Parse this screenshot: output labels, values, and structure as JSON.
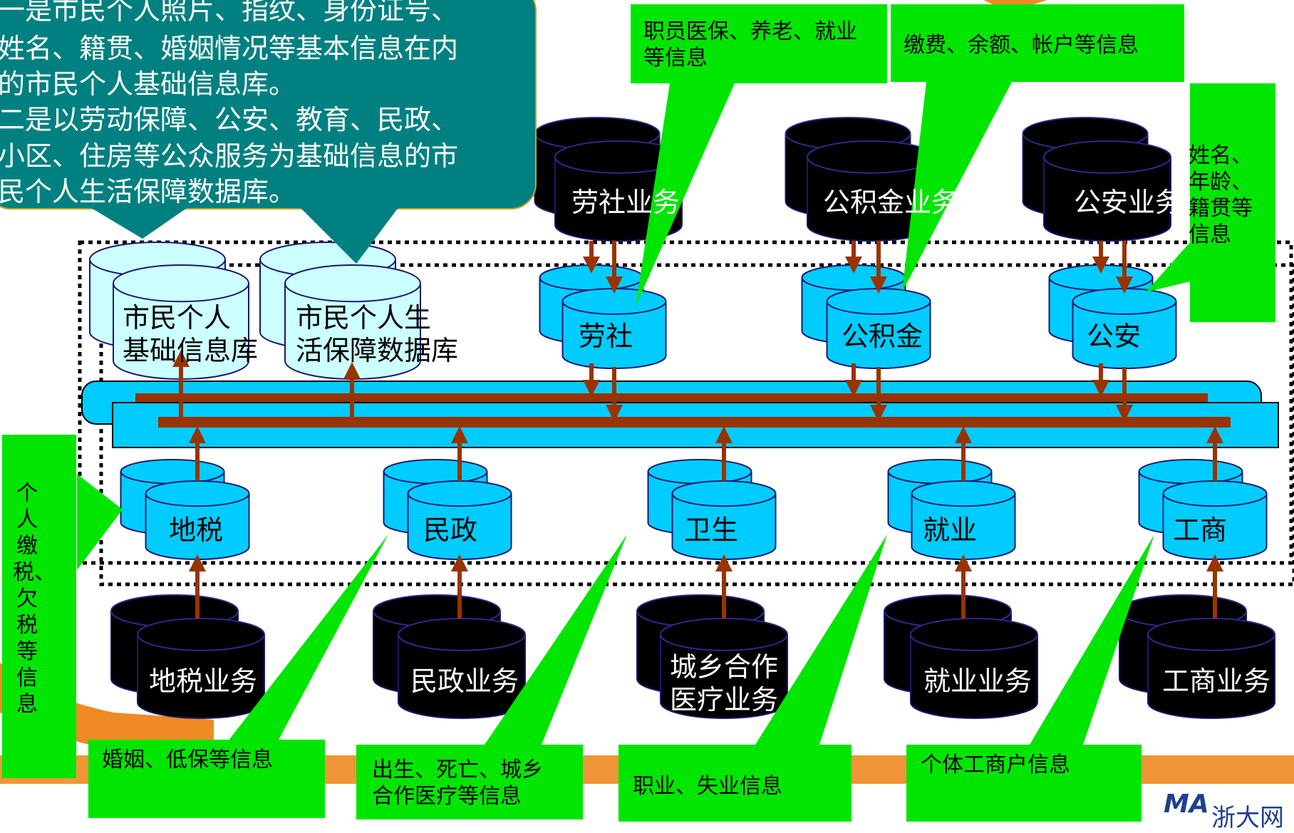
{
  "callout": {
    "line1": "一是市民个人照片、指纹、身份证号、",
    "line2": "姓名、籍贯、婚姻情况等基本信息在内",
    "line3": "的市民个人基础信息库。",
    "line4": "二是以劳动保障、公安、教育、民政、",
    "line5": "小区、住房等公众服务为基础信息的市",
    "line6": "民个人生活保障数据库。"
  },
  "core_dbs": {
    "basic": {
      "line1": "市民个人",
      "line2": "基础信息库"
    },
    "life": {
      "line1": "市民个人生",
      "line2": "活保障数据库"
    }
  },
  "top_business": [
    "劳社业务",
    "公积金业务",
    "公安业务"
  ],
  "top_front": [
    "劳社",
    "公积金",
    "公安"
  ],
  "bottom_front": [
    "地税",
    "民政",
    "卫生",
    "就业",
    "工商"
  ],
  "bottom_business": {
    "dishui": "地税业务",
    "minzheng": "民政业务",
    "weisheng": {
      "line1": "城乡合作",
      "line2": "医疗业务"
    },
    "jiuye": "就业业务",
    "gongshang": "工商业务"
  },
  "info_labels": {
    "laoshe": {
      "line1": "职员医保、养老、就业",
      "line2": "等信息"
    },
    "gongjijin": "缴费、余额、帐户等信息",
    "gongan": [
      "姓名、",
      "年龄、",
      "籍贯等",
      "信息"
    ],
    "dishui": "个人缴税、欠税等信息",
    "minzheng": "婚姻、低保等信息",
    "weisheng": {
      "line1": "出生、死亡、城乡",
      "line2": "合作医疗等信息"
    },
    "jiuye": "职业、失业信息",
    "gongshang": "个体工商户信息"
  },
  "colors": {
    "callout": "#008080",
    "green_label": "#00e600",
    "cyan_db": "#00ccff",
    "pale_db": "#ccffff",
    "black_db": "#000000",
    "arrow": "#993300",
    "bus": "#00ccff",
    "orange_bg": "#f08a24"
  },
  "brand": {
    "logo": "MA",
    "text": "浙大网"
  }
}
